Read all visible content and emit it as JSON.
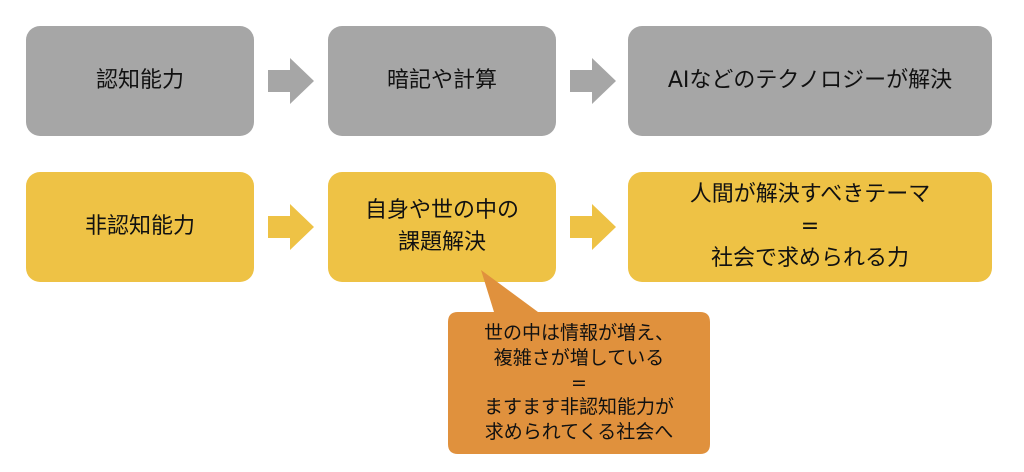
{
  "colors": {
    "gray_box": "#a6a6a6",
    "yellow_box": "#eec245",
    "arrow_gray": "#a6a6a6",
    "arrow_yellow": "#eec245",
    "callout": "#e0913d"
  },
  "row1": {
    "box1": "認知能力",
    "box2": "暗記や計算",
    "box3": "AIなどのテクノロジーが解決"
  },
  "row2": {
    "box1": "非認知能力",
    "box2": "自身や世の中の\n課題解決",
    "box3": "人間が解決すべきテーマ\n=\n社会で求められる力"
  },
  "callout": {
    "text": "世の中は情報が増え、\n複雑さが増している\n=\nますます非認知能力が\n求められてくる社会へ"
  },
  "icons": [
    "arrow-right-icon"
  ]
}
